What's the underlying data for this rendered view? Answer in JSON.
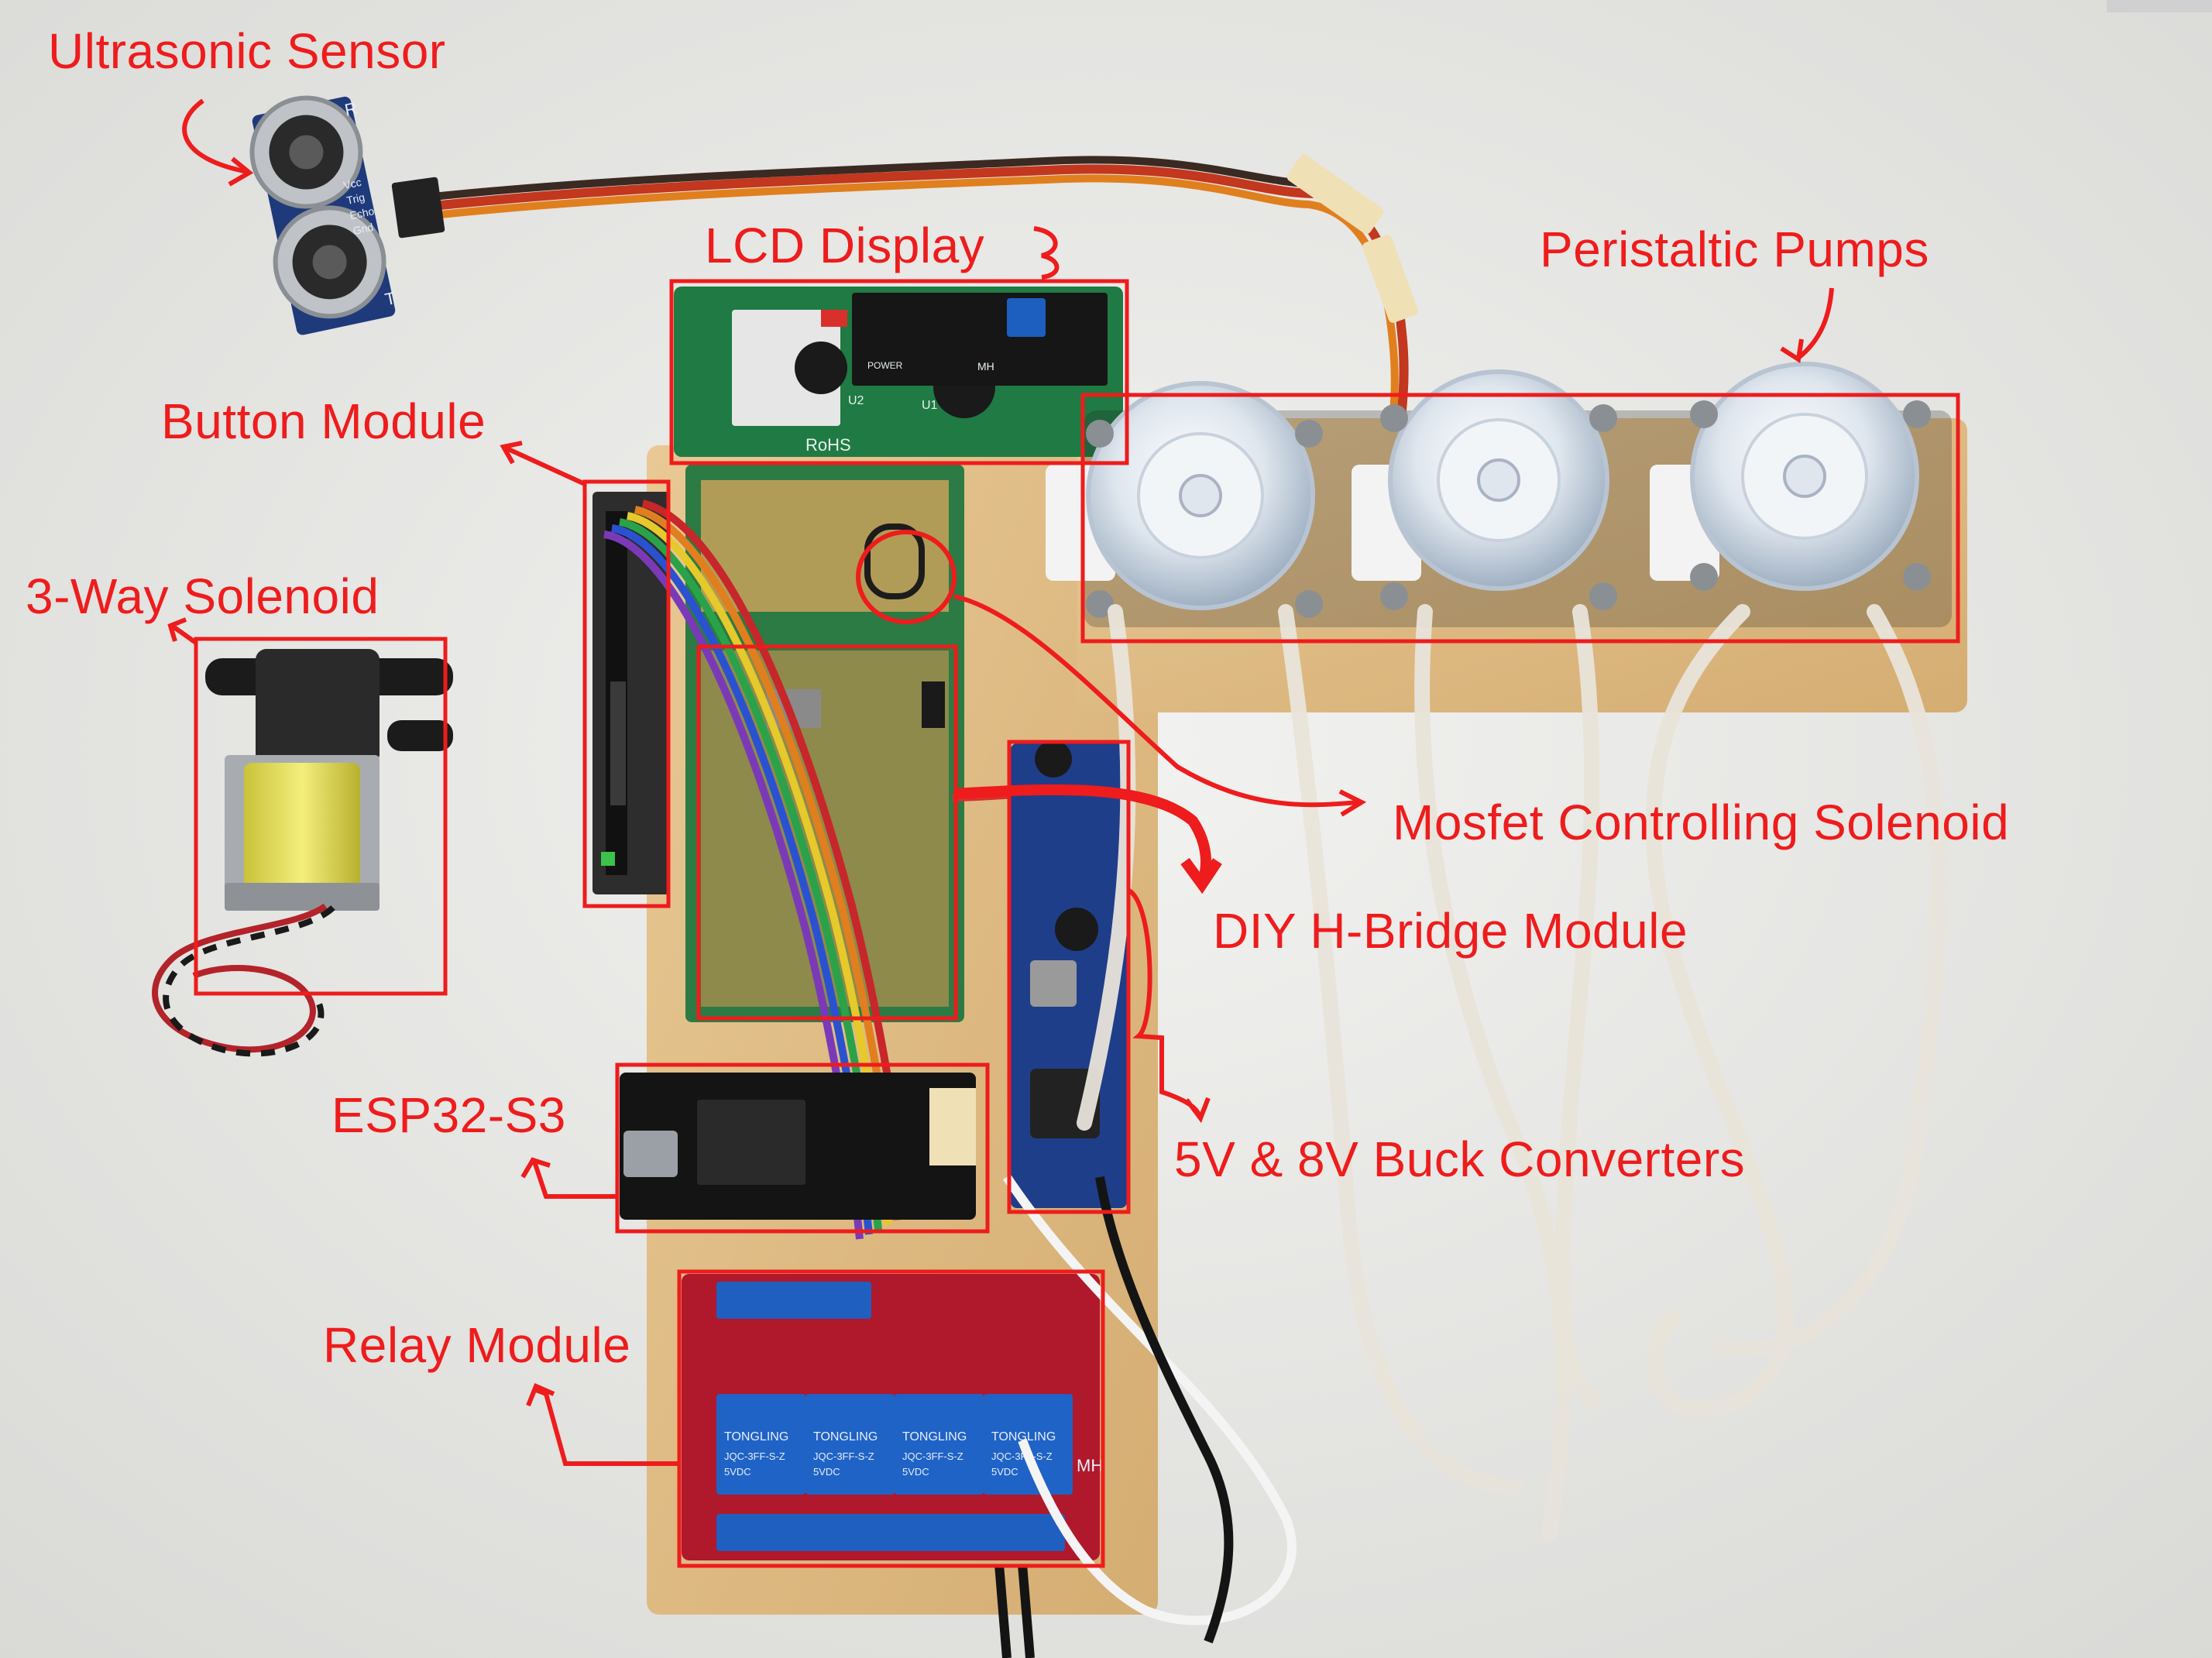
{
  "annotation_color": "#ee1c1c",
  "labels": {
    "ultrasonic_sensor": "Ultrasonic Sensor",
    "lcd_display": "LCD Display",
    "peristaltic_pumps": "Peristaltic Pumps",
    "button_module": "Button Module",
    "three_way_solenoid": "3-Way Solenoid",
    "mosfet_solenoid": "Mosfet Controlling Solenoid",
    "diy_h_bridge": "DIY H-Bridge Module",
    "esp32_s3": "ESP32-S3",
    "buck_converters": "5V & 8V Buck Converters",
    "relay_module": "Relay Module"
  },
  "board_markings": {
    "rohs": "RoHS",
    "lcd_u2": "U2",
    "lcd_u1": "U1",
    "i2c_power": "POWER",
    "i2c_mh": "MH",
    "relay_brand": "TONGLING",
    "relay_model": "JQC-3FF-S-Z",
    "relay_voltage": "5VDC",
    "relay_board_mark": "MH",
    "sensor_r": "R",
    "sensor_t": "T",
    "sensor_vcc": "Vcc",
    "sensor_trig": "Trig",
    "sensor_echo": "Echo",
    "sensor_gnd": "Gnd"
  }
}
